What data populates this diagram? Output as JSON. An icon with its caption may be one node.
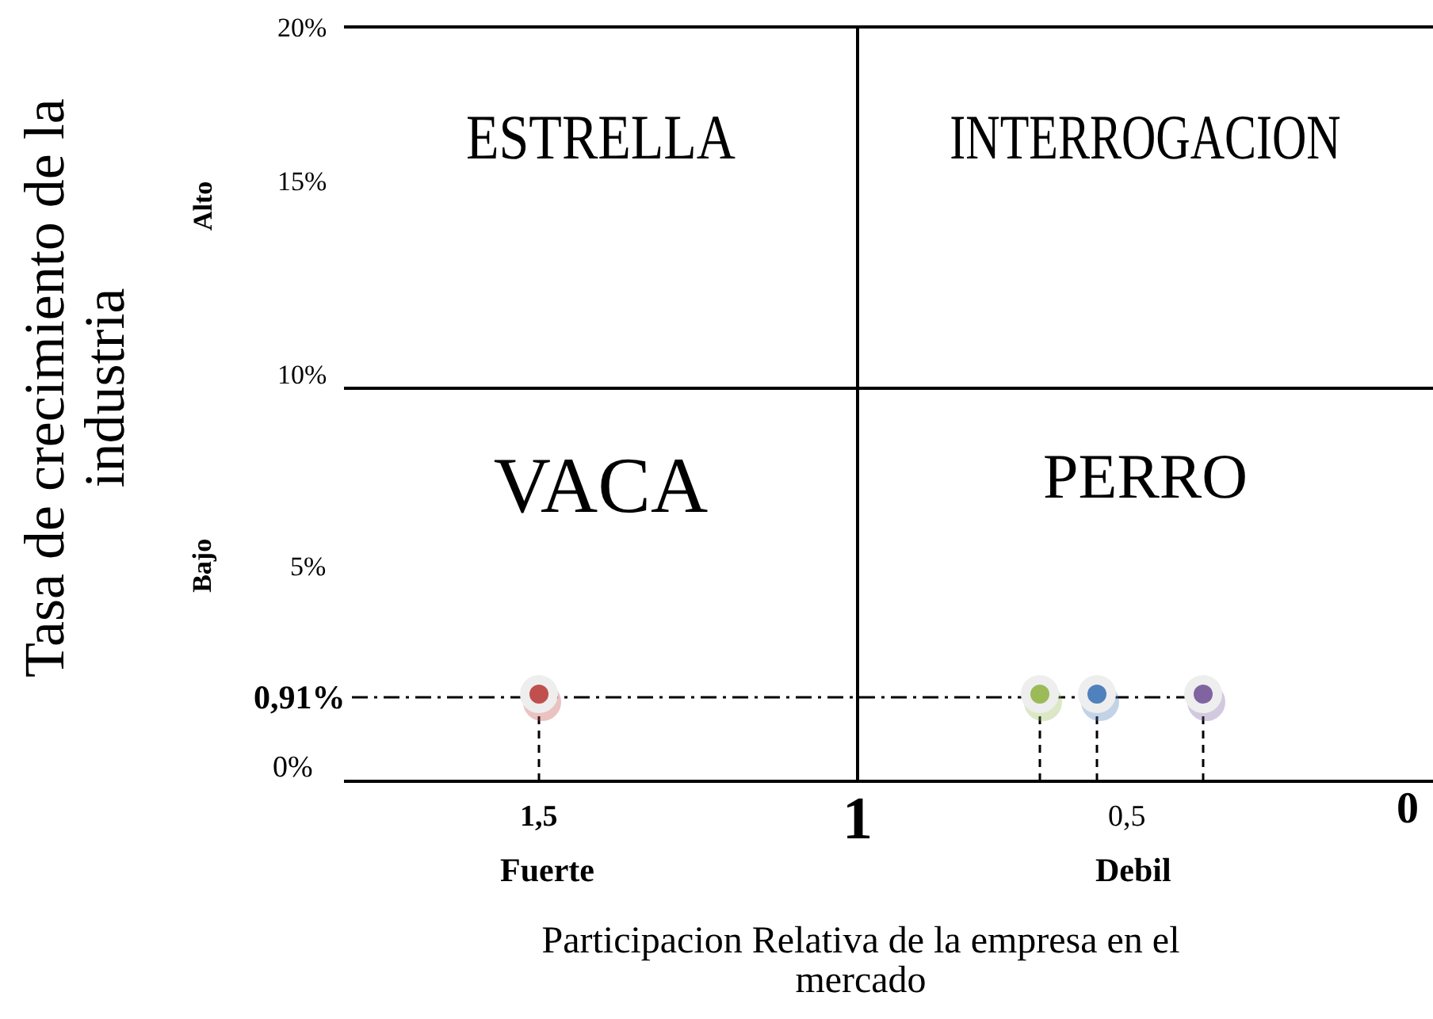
{
  "diagram": {
    "nodes": [
      {
        "text": [
          "ESTRELLA"
        ]
      },
      {
        "text": [
          "INTERROGACION"
        ]
      },
      {
        "text": [
          "VACA"
        ]
      },
      {
        "text": [
          "PERRO"
        ]
      }
    ],
    "labels": [
      "20%",
      "15%",
      "Alto",
      "10%",
      "5%",
      "Bajo",
      "Tasa de crecimiento de la industria",
      "0,91%",
      "0%",
      "1,5",
      "1",
      "0,5",
      "0",
      "Fuerte",
      "Debil",
      "Participacion Relativa de la empresa en el mercado"
    ]
  }
}
